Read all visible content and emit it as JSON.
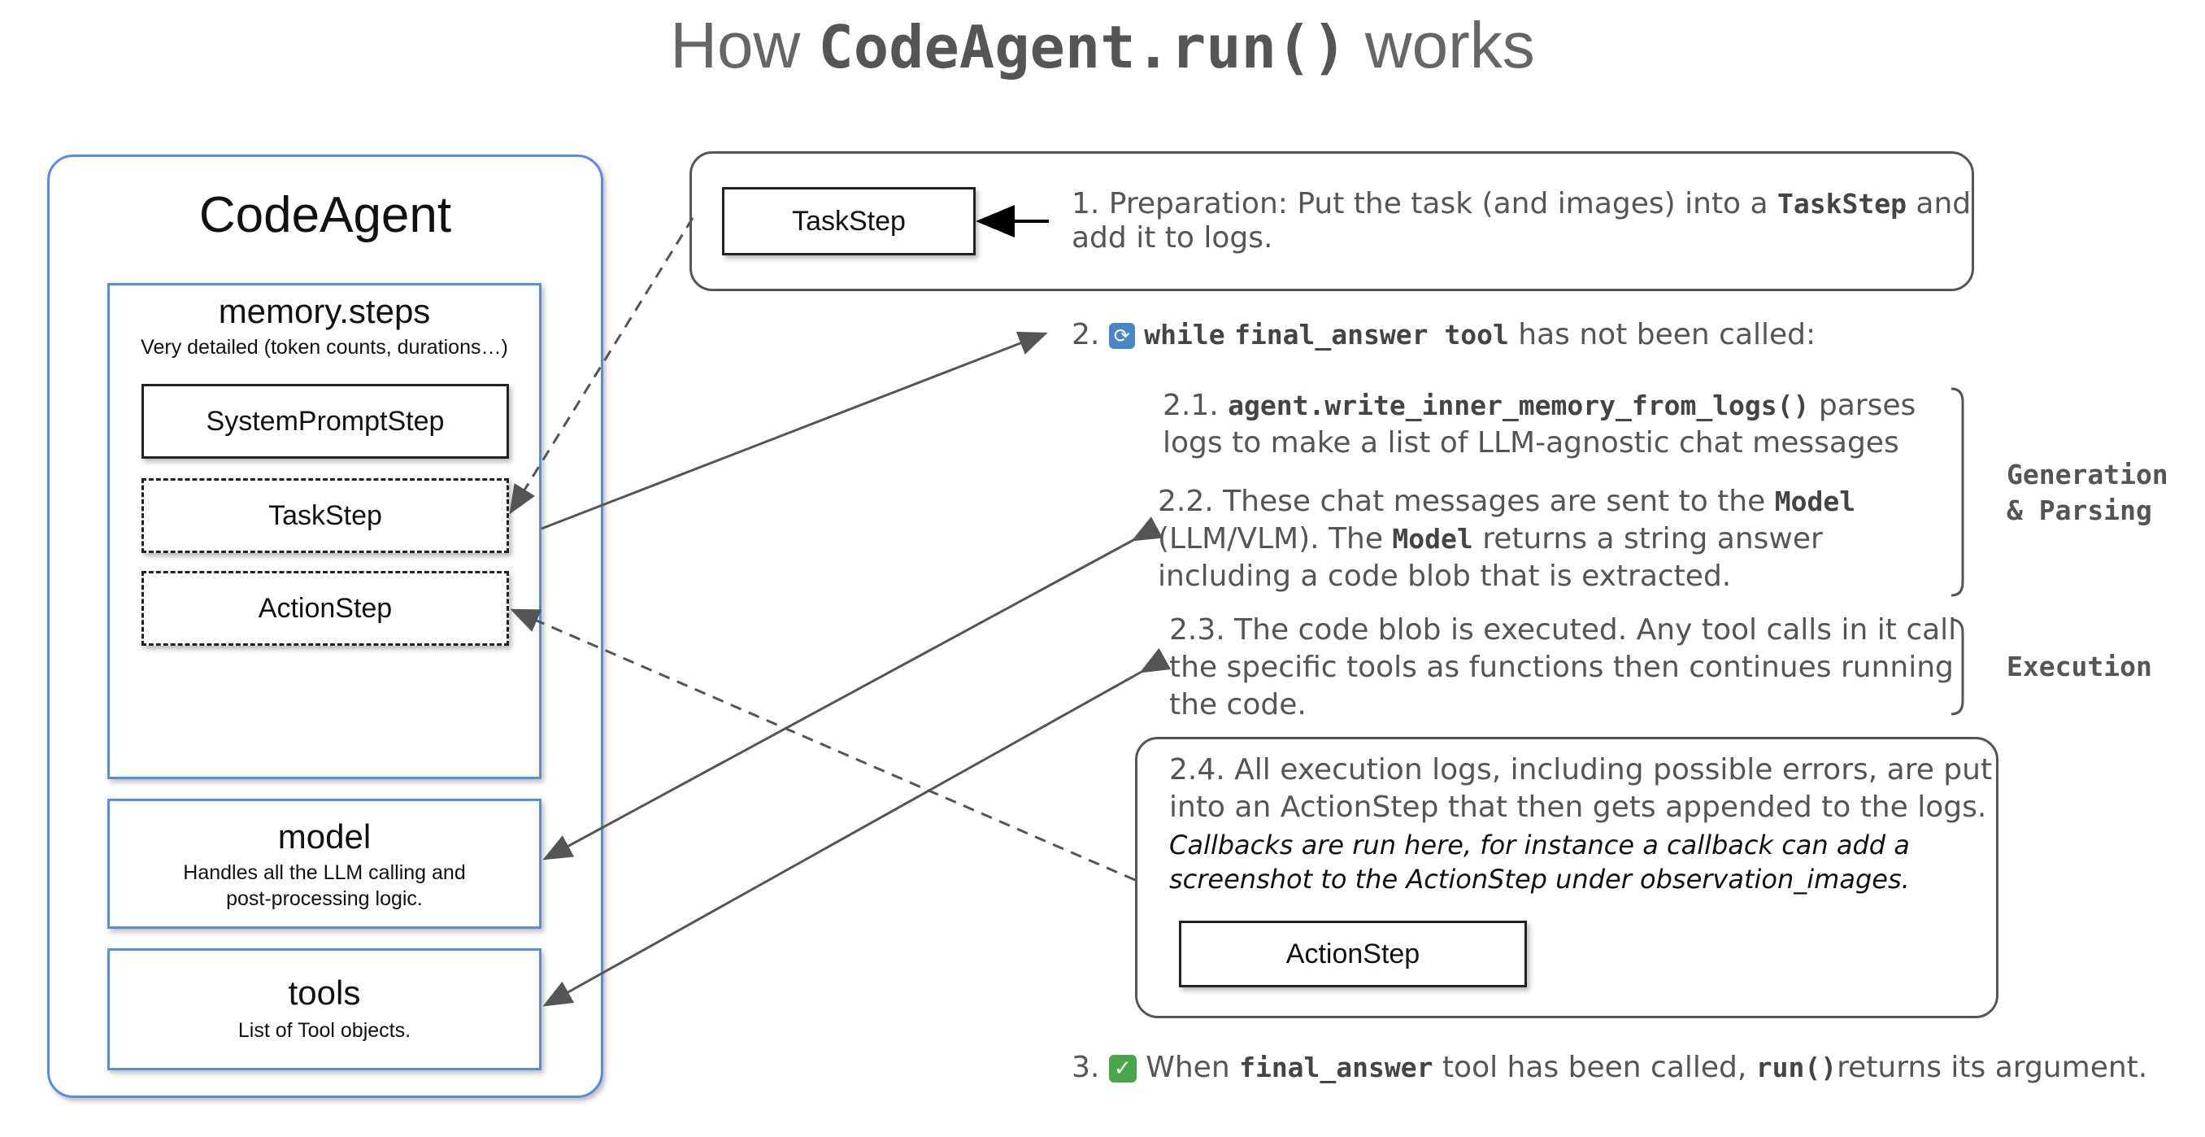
{
  "title": {
    "prefix": "How ",
    "code": "CodeAgent.run()",
    "suffix": " works"
  },
  "agent": {
    "title": "CodeAgent",
    "memory": {
      "title": "memory.steps",
      "subtitle": "Very detailed (token counts, durations…)",
      "steps": [
        "SystemPromptStep",
        "TaskStep",
        "ActionStep"
      ]
    },
    "model": {
      "title": "model",
      "desc_line1": "Handles all the LLM calling and",
      "desc_line2": "post-processing logic."
    },
    "tools": {
      "title": "tools",
      "desc": "List of Tool objects."
    }
  },
  "step1": {
    "box_label": "TaskStep",
    "line1_a": "1.  Preparation: Put the task (and images) into a ",
    "line1_code": "TaskStep",
    "line1_b": " and",
    "line2": "add it to logs."
  },
  "step2": {
    "num": "2.",
    "icon": "loop-arrows-icon",
    "while": "while",
    "code": "final_answer tool",
    "rest": "has not been called:"
  },
  "step21": {
    "num": "2.1.",
    "code": "agent.write_inner_memory_from_logs()",
    "rest1": " parses",
    "line2": "logs to make a list of LLM-agnostic chat messages"
  },
  "step22": {
    "line1_a": "2.2. These chat messages are sent to the ",
    "line1_code": "Model",
    "line2_a": "(LLM/VLM). The ",
    "line2_code": "Model",
    "line2_b": " returns a string answer",
    "line3": "including a code blob that is extracted."
  },
  "step23": {
    "line1": "2.3. The code blob is executed. Any tool calls in it call",
    "line2": "the specific tools as functions then continues running",
    "line3": "the code."
  },
  "step24": {
    "line1": "2.4. All execution logs, including possible errors, are put",
    "line2": "into an ActionStep that then gets appended to the logs.",
    "italic1": "Callbacks are run here, for instance a callback can add a",
    "italic2": "screenshot  to the ActionStep under observation_images.",
    "box_label": "ActionStep"
  },
  "step3": {
    "num": "3.",
    "icon": "check-mark-icon",
    "a": " When ",
    "code1": "final_answer",
    "b": " tool has been called, ",
    "code2": "run()",
    "c": "returns its argument."
  },
  "side_labels": {
    "generation_line1": "Generation",
    "generation_line2": "& Parsing",
    "execution": "Execution"
  },
  "colors": {
    "agent_border": "#5b8bdc",
    "text": "#555555",
    "box_border": "#222222"
  }
}
